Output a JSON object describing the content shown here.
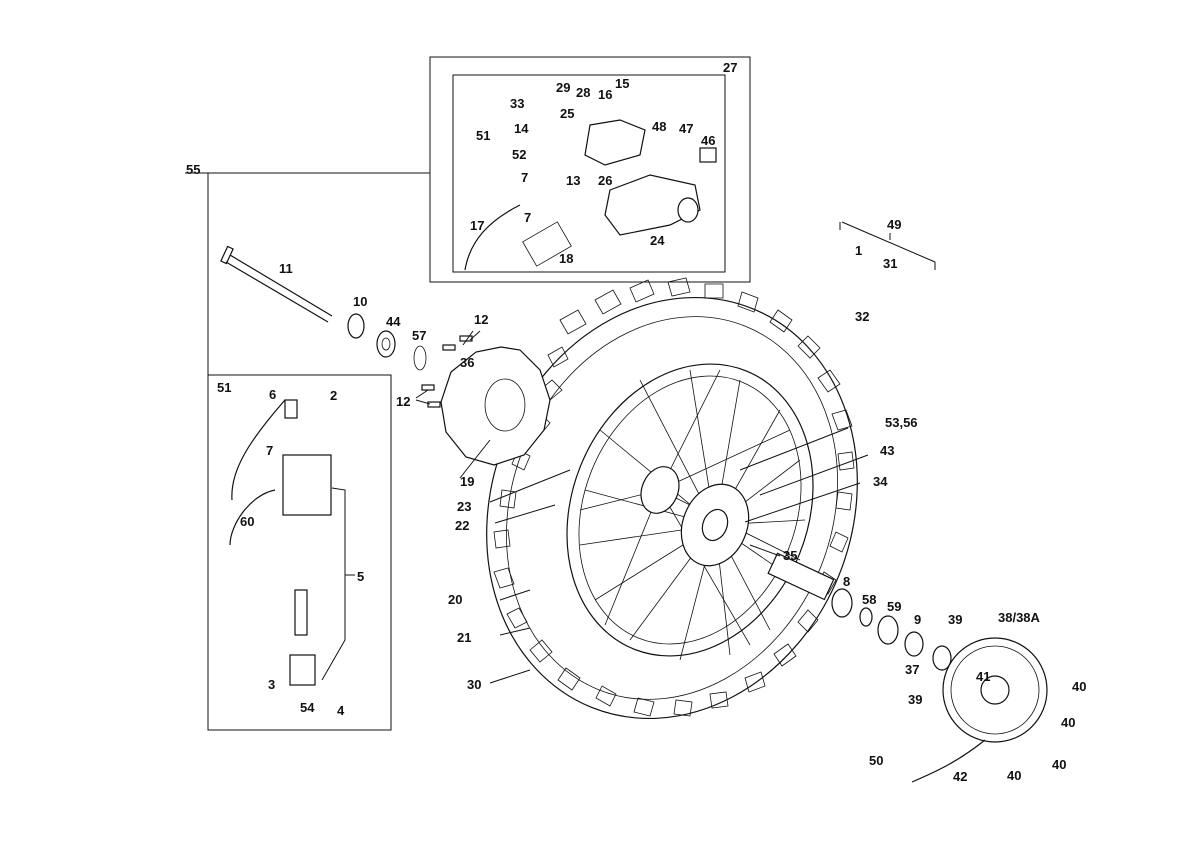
{
  "labels": {
    "l1": "1",
    "l2": "2",
    "l3": "3",
    "l4": "4",
    "l5": "5",
    "l6": "6",
    "l7a": "7",
    "l7b": "7",
    "l7c": "7",
    "l8": "8",
    "l9": "9",
    "l10": "10",
    "l11": "11",
    "l12a": "12",
    "l12b": "12",
    "l13": "13",
    "l14": "14",
    "l15": "15",
    "l16": "16",
    "l17": "17",
    "l18": "18",
    "l19": "19",
    "l20": "20",
    "l21": "21",
    "l22": "22",
    "l23": "23",
    "l24": "24",
    "l25": "25",
    "l26": "26",
    "l27": "27",
    "l28": "28",
    "l29": "29",
    "l30": "30",
    "l31": "31",
    "l32": "32",
    "l33": "33",
    "l34": "34",
    "l35": "35",
    "l36": "36",
    "l37": "37",
    "l3838a": "38/38A",
    "l39a": "39",
    "l39b": "39",
    "l40a": "40",
    "l40b": "40",
    "l40c": "40",
    "l40d": "40",
    "l41": "41",
    "l42": "42",
    "l43": "43",
    "l44": "44",
    "l46": "46",
    "l47": "47",
    "l48": "48",
    "l49": "49",
    "l50": "50",
    "l51a": "51",
    "l51b": "51",
    "l52": "52",
    "l5356": "53,56",
    "l54": "54",
    "l55": "55",
    "l57": "57",
    "l58": "58",
    "l59": "59",
    "l60": "60"
  },
  "colors": {
    "line": "#111111",
    "background": "#ffffff"
  }
}
